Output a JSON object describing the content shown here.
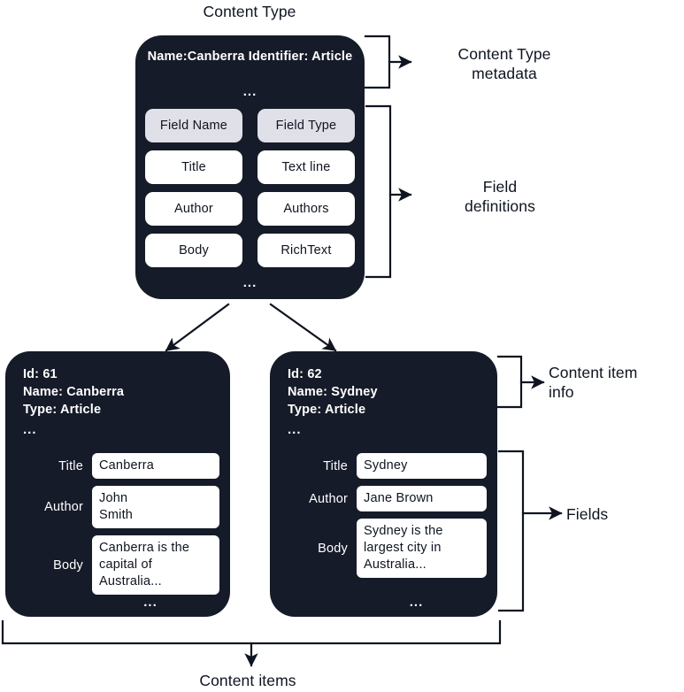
{
  "diagram": {
    "title": "Content Type",
    "bottom_label": "Content items",
    "side_labels": {
      "content_type_metadata": "Content Type\nmetadata",
      "field_definitions": "Field\ndefinitions",
      "content_item_info": "Content item\ninfo",
      "fields": "Fields"
    },
    "ellipsis": "..."
  },
  "content_type": {
    "metadata": "Name:Canberra\nIdentifier: Article",
    "field_table": {
      "headers": [
        "Field Name",
        "Field Type"
      ],
      "rows": [
        [
          "Title",
          "Text line"
        ],
        [
          "Author",
          "Authors"
        ],
        [
          "Body",
          "RichText"
        ]
      ]
    }
  },
  "content_items": [
    {
      "info": "Id: 61\nName: Canberra\nType: Article",
      "fields": [
        {
          "label": "Title",
          "value": "Canberra"
        },
        {
          "label": "Author",
          "value": "John\nSmith"
        },
        {
          "label": "Body",
          "value": "Canberra is the\ncapital of\nAustralia..."
        }
      ]
    },
    {
      "info": "Id: 62\nName: Sydney\nType: Article",
      "fields": [
        {
          "label": "Title",
          "value": "Sydney"
        },
        {
          "label": "Author",
          "value": "Jane Brown"
        },
        {
          "label": "Body",
          "value": "Sydney is the\nlargest city in\nAustralia..."
        }
      ]
    }
  ],
  "colors": {
    "card_background": "#161b29",
    "header_cell": "#e0e0e8",
    "value_cell": "#ffffff",
    "text_dark": "#0e1420",
    "stroke": "#0e1420"
  }
}
